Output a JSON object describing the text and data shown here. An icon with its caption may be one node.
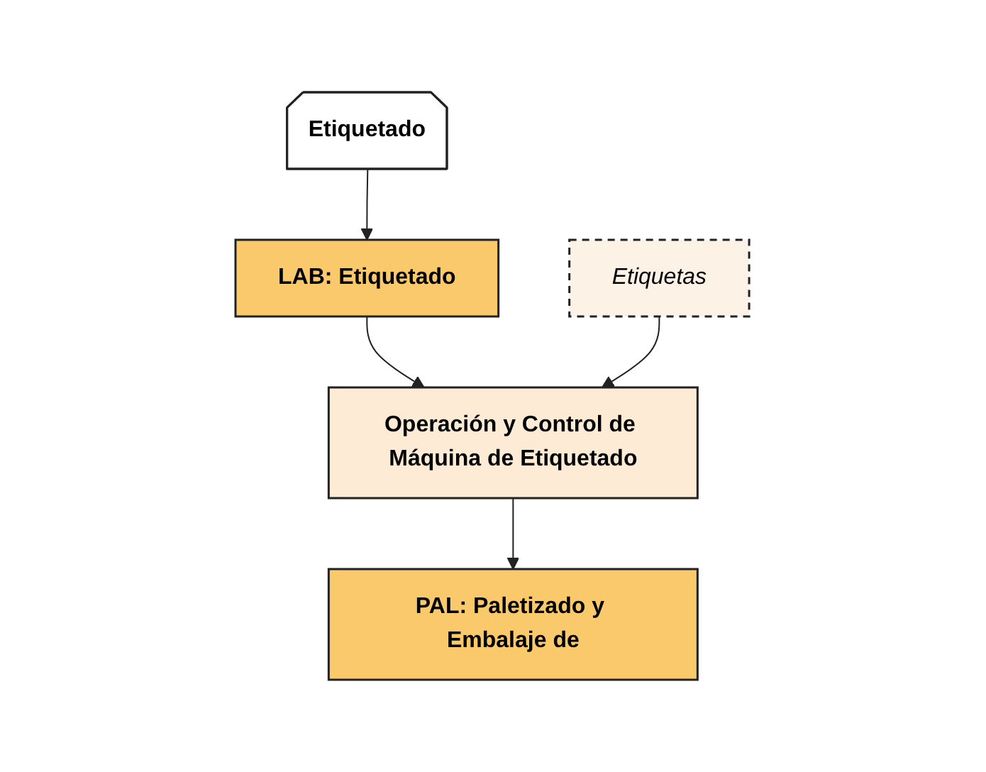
{
  "diagram": {
    "nodes": [
      {
        "text": [
          "Etiquetado"
        ]
      },
      {
        "text": [
          "LAB: Etiquetado"
        ]
      },
      {
        "text": [
          "Operación y Control de Máquina de Etiquetado"
        ]
      },
      {
        "text": [
          "Etiquetas"
        ]
      },
      {
        "text": [
          "PAL: Paletizado y Embalaje de"
        ]
      }
    ],
    "edges": [
      {
        "from": 0,
        "to": 1,
        "arrow": "to"
      },
      {
        "from": 1,
        "to": 2,
        "arrow": "to"
      },
      {
        "from": 3,
        "to": 2,
        "arrow": "to"
      },
      {
        "from": 2,
        "to": 4,
        "arrow": "to"
      }
    ]
  }
}
